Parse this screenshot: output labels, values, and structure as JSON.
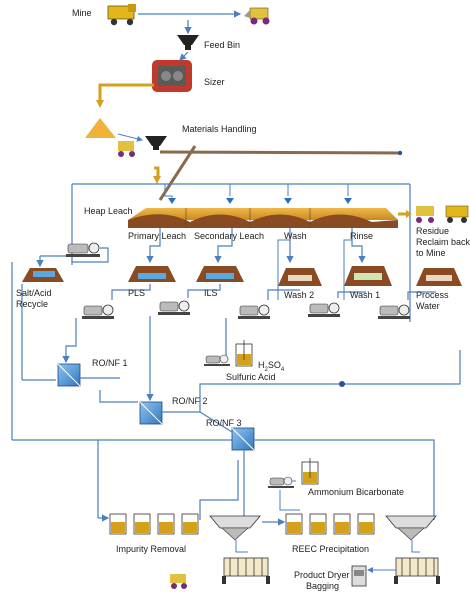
{
  "labels": {
    "mine": "Mine",
    "feed_bin": "Feed Bin",
    "sizer": "Sizer",
    "materials_handling": "Materials Handling",
    "heap_leach": "Heap Leach",
    "primary_leach": "Primary Leach",
    "secondary_leach": "Secondary Leach",
    "wash": "Wash",
    "rinse": "Rinse",
    "residue_reclaim": "Residue Reclaim back to Mine",
    "salt_acid_recycle": "Salt/Acid Recycle",
    "pls": "PLS",
    "ils": "ILS",
    "wash2": "Wash 2",
    "wash1": "Wash 1",
    "process_water": "Process Water",
    "ro_nf1": "RO/NF 1",
    "ro_nf2": "RO/NF 2",
    "ro_nf3": "RO/NF 3",
    "sulfuric_acid_formula_h": "H",
    "sulfuric_acid_formula_2": "2",
    "sulfuric_acid_formula_so": "SO",
    "sulfuric_acid_formula_4": "4",
    "sulfuric_acid": "Sulfuric Acid",
    "ammonium_bicarbonate": "Ammonium Bicarbonate",
    "impurity_removal": "Impurity Removal",
    "reec_precipitation": "REEC Precipitation",
    "product_dryer": "Product Dryer",
    "bagging": "Bagging"
  },
  "colors": {
    "flow_line": "#4a7fc0",
    "conveyor": "#8a6a4a",
    "heap": "#d89a2a",
    "heap_dark": "#8a4a22",
    "pond_liquid": "#5aa8e0",
    "pond_pale": "#cde6b8",
    "membrane": "#4a90d0",
    "tank_liquid": "#d4a21a",
    "stockpile": "#f0b23a",
    "truck": "#e2b71c"
  },
  "icons": [
    "haul-truck-icon",
    "loader-icon",
    "feed-bin-icon",
    "sizer-icon",
    "pump-icon",
    "stirred-tank-icon",
    "thickener-icon",
    "filter-press-icon",
    "dryer-icon"
  ]
}
